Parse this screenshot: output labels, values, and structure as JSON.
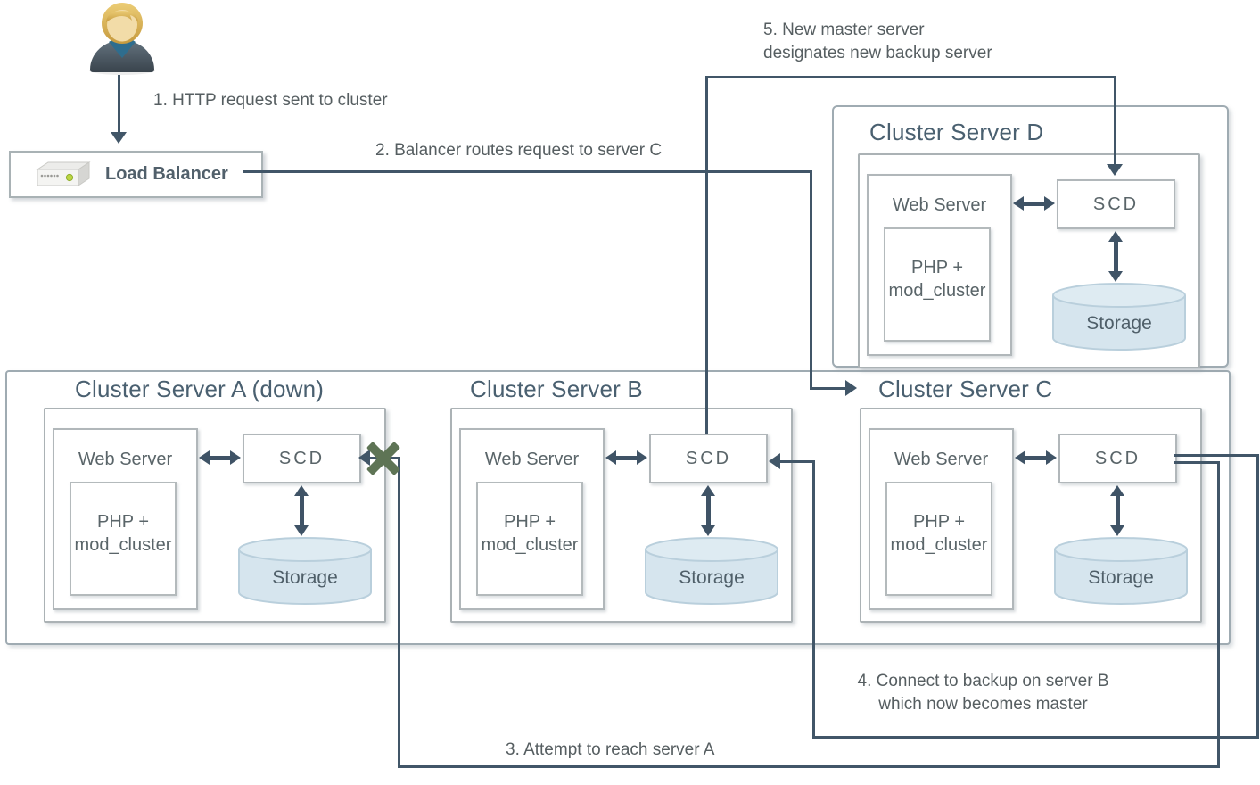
{
  "load_balancer": {
    "label": "Load Balancer"
  },
  "annotations": {
    "step1": "1. HTTP request sent to cluster",
    "step2": "2. Balancer routes request to server C",
    "step3": "3. Attempt to reach server A",
    "step4_line1": "4. Connect to backup on server B",
    "step4_line2": "which now becomes master",
    "step5_line1": "5. New master server",
    "step5_line2": "designates new backup  server"
  },
  "servers": [
    {
      "id": "D",
      "title": "Cluster Server D",
      "web_label": "Web Server",
      "php_line1": "PHP +",
      "php_line2": "mod_cluster",
      "scd_label": "SCD",
      "storage_label": "Storage"
    },
    {
      "id": "A",
      "title": "Cluster Server A (down)",
      "web_label": "Web Server",
      "php_line1": "PHP +",
      "php_line2": "mod_cluster",
      "scd_label": "SCD",
      "storage_label": "Storage"
    },
    {
      "id": "B",
      "title": "Cluster Server B",
      "web_label": "Web Server",
      "php_line1": "PHP +",
      "php_line2": "mod_cluster",
      "scd_label": "SCD",
      "storage_label": "Storage"
    },
    {
      "id": "C",
      "title": "Cluster Server C",
      "web_label": "Web Server",
      "php_line1": "PHP +",
      "php_line2": "mod_cluster",
      "scd_label": "SCD",
      "storage_label": "Storage"
    }
  ],
  "icons": {
    "user": "user-icon",
    "load_balancer_appliance": "network-appliance-icon",
    "failure": "failure-x-icon",
    "storage": "database-cylinder-icon"
  },
  "colors": {
    "connector": "#415668",
    "component_arrow": "#3f5366",
    "title_text": "#4a6070",
    "label_text": "#5a6569",
    "annotation_text": "#565e61",
    "storage_fill": "#d6e5ee",
    "storage_stroke": "#b9cfdc",
    "failure_x": "#5e7455",
    "box_border": "#abb2b5"
  }
}
